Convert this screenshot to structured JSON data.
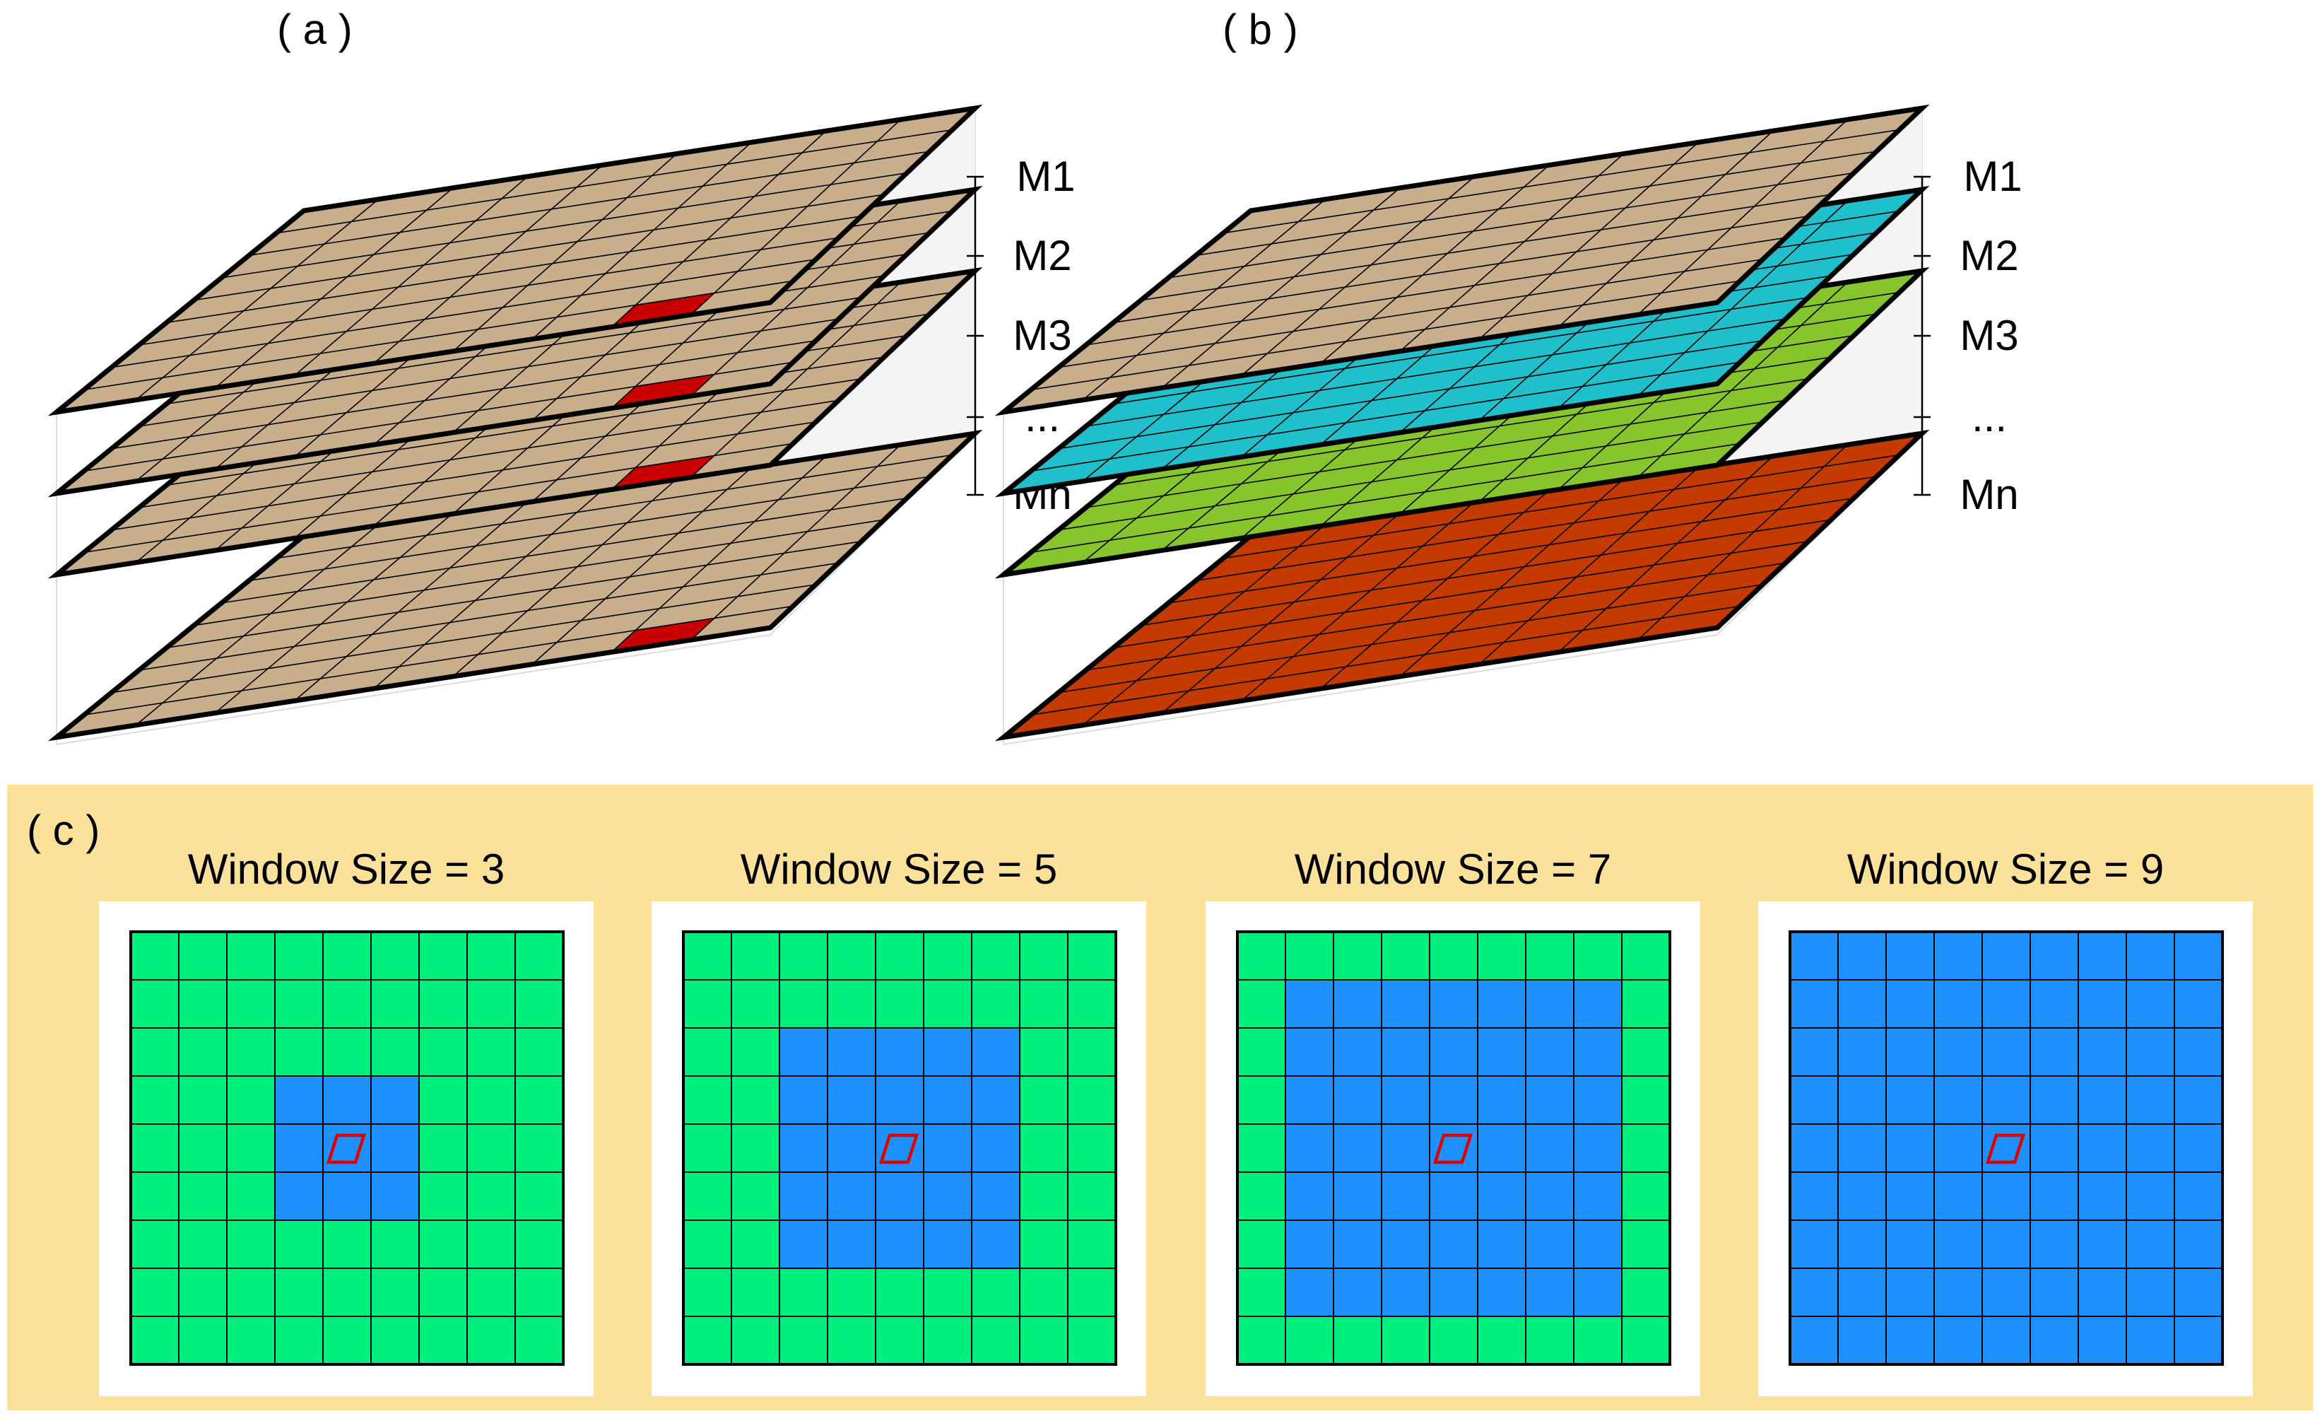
{
  "panels": {
    "a": {
      "label": "( a )"
    },
    "b": {
      "label": "( b )"
    },
    "c": {
      "label": "( c )"
    }
  },
  "layer_labels": [
    "M1",
    "M2",
    "M3",
    "...",
    "Mn"
  ],
  "grid_cells": 9,
  "windows": [
    {
      "title": "Window Size = 3",
      "size": 3
    },
    {
      "title": "Window Size = 5",
      "size": 5
    },
    {
      "title": "Window Size = 7",
      "size": 7
    },
    {
      "title": "Window Size = 9",
      "size": 9
    }
  ],
  "colors": {
    "tan": "#C9AE8C",
    "cyan": "#1FC0CC",
    "lime": "#86C52B",
    "rust": "#C43A00",
    "pixel_red": "#C80000",
    "green": "#00F07E",
    "blue": "#1E90FF",
    "panel_bg": "#FCE19A",
    "red_outline": "#E00000"
  },
  "stack_a_layers": [
    "tan",
    "tan",
    "tan",
    "tan"
  ],
  "stack_b_layers": [
    "tan",
    "cyan",
    "lime",
    "rust"
  ]
}
